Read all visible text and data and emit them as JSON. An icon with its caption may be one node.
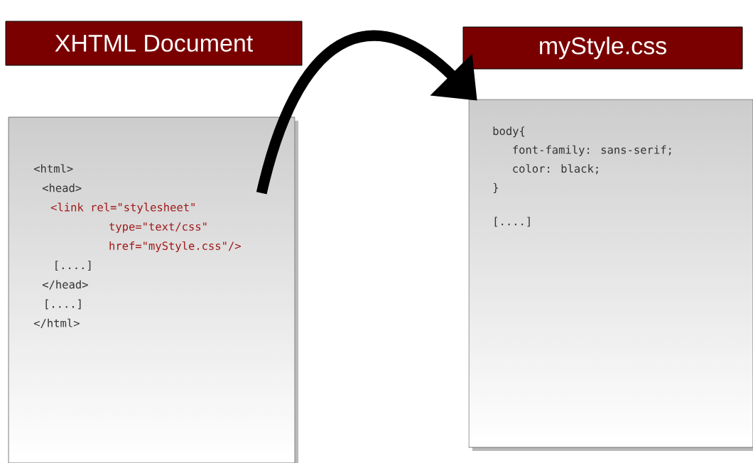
{
  "diagram": {
    "nodes": [
      {
        "text": [
          "XHTML Document"
        ]
      },
      {
        "text": [
          "<html>",
          "<head>",
          "<link rel=\"stylesheet\"",
          "type=\"text/css\"",
          "href=\"myStyle.css\"/>",
          "[....]",
          "</head>",
          "[....]",
          "</html>"
        ]
      },
      {
        "text": [
          "myStyle.css"
        ]
      },
      {
        "text": [
          "body{",
          "font-family: sans-serif;",
          "color: black;",
          "}",
          "[....]"
        ]
      }
    ],
    "edges": [
      {
        "from": 1,
        "to": 3,
        "arrow": "to"
      }
    ]
  }
}
